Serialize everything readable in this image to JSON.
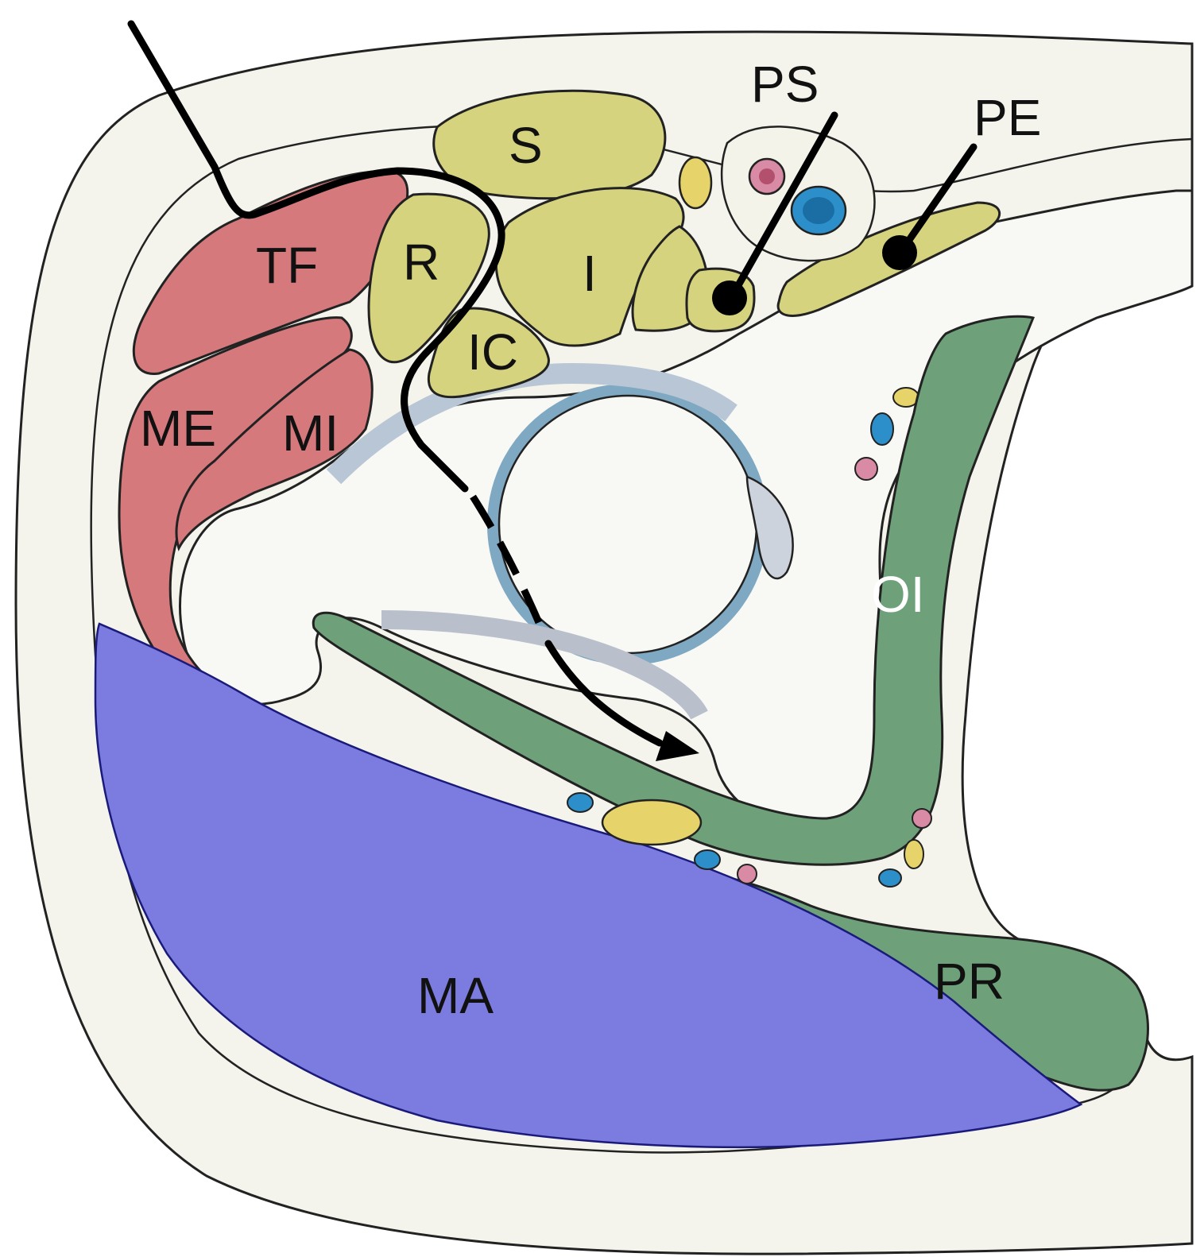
{
  "labels": {
    "TF": "TF",
    "R": "R",
    "S": "S",
    "I": "I",
    "IC": "IC",
    "ME": "ME",
    "MI": "MI",
    "PS": "PS",
    "PE": "PE",
    "OI": "OI",
    "MA": "MA",
    "PR": "PR"
  },
  "colors": {
    "background": "#ffffff",
    "soft_tissue": "#f5f5ee",
    "bone": "#f7f7f5",
    "outline": "#222222",
    "red_muscle": "#d5797c",
    "yellow_muscle": "#d6d37e",
    "green_muscle": "#6ea17a",
    "blue_muscle": "#7b7be0",
    "vein": "#2d8fc9",
    "artery": "#d98aa5",
    "nerve": "#e6d36a",
    "path_line": "#000000"
  }
}
